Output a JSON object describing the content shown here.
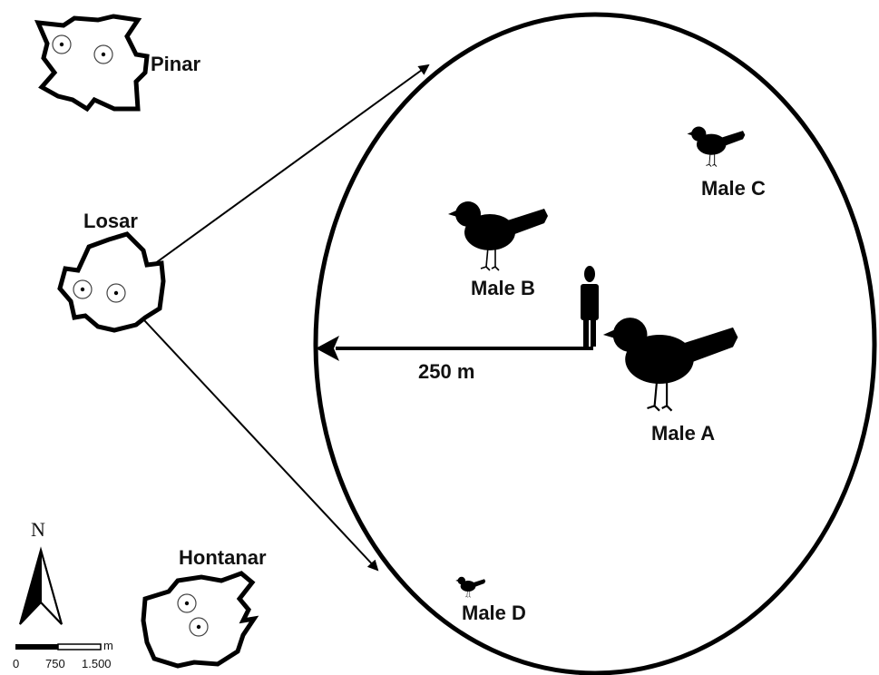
{
  "locations": {
    "pinar": "Pinar",
    "losar": "Losar",
    "hontanar": "Hontanar"
  },
  "distance_label": "250 m",
  "birds": {
    "male_a": "Male A",
    "male_b": "Male B",
    "male_c": "Male C",
    "male_d": "Male D"
  },
  "compass": {
    "north": "N"
  },
  "scale_bar": {
    "unit": "m",
    "ticks": [
      "0",
      "750",
      "1.500"
    ]
  }
}
